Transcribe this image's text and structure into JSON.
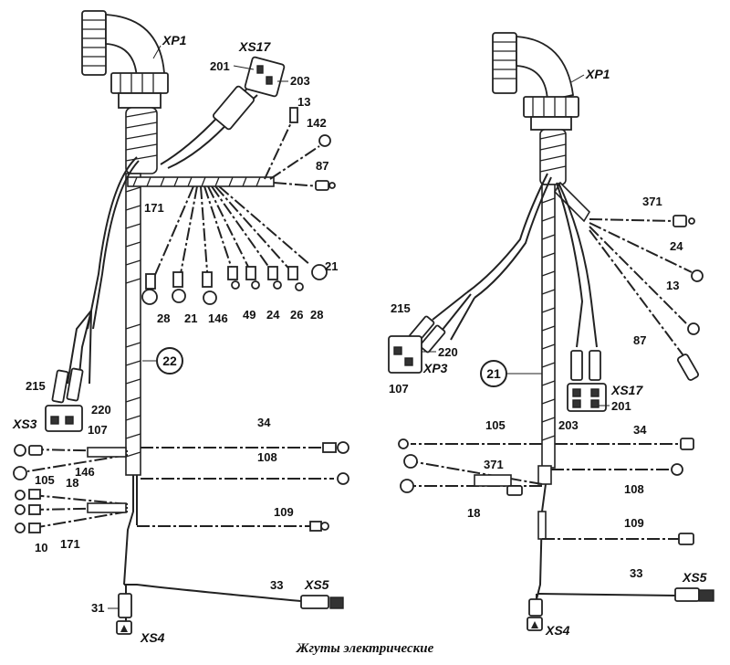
{
  "caption": "Жгуты электрические",
  "harnesses": [
    {
      "number": "22",
      "connectors": [
        "XP1",
        "XS17",
        "XS3",
        "XS5",
        "XS4"
      ],
      "wire_labels": [
        "201",
        "203",
        "13",
        "142",
        "87",
        "171",
        "21",
        "28",
        "21",
        "146",
        "49",
        "24",
        "26",
        "28",
        "215",
        "220",
        "107",
        "34",
        "108",
        "105",
        "146",
        "18",
        "109",
        "10",
        "171",
        "33",
        "31"
      ]
    },
    {
      "number": "21",
      "connectors": [
        "XP1",
        "XP3",
        "XS17",
        "XS5",
        "XS4"
      ],
      "wire_labels": [
        "371",
        "24",
        "13",
        "87",
        "215",
        "220",
        "107",
        "201",
        "203",
        "105",
        "34",
        "371",
        "108",
        "18",
        "109",
        "33"
      ]
    }
  ]
}
